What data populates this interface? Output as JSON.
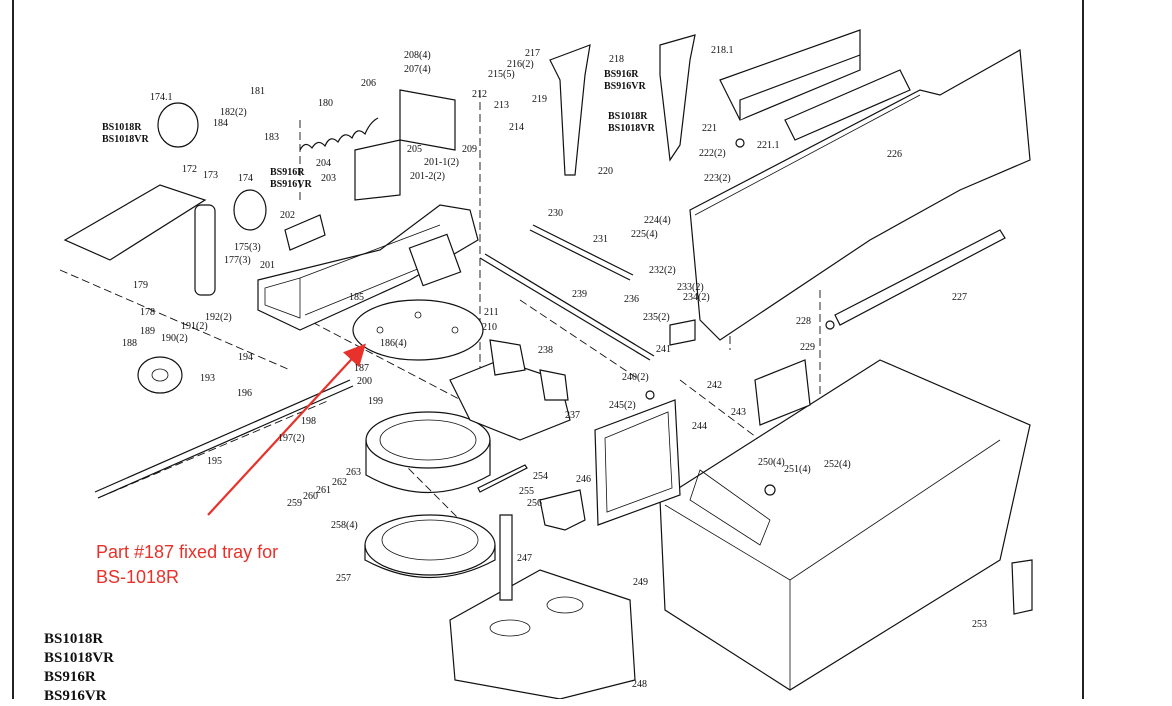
{
  "annotation": {
    "line1": "Part #187 fixed tray for",
    "line2": "BS-1018R",
    "color": "#e8312a"
  },
  "models_footer": [
    "BS1018R",
    "BS1018VR",
    "BS916R",
    "BS916VR"
  ],
  "part_labels": [
    {
      "id": "p174_1",
      "text": "174.1"
    },
    {
      "id": "p181",
      "text": "181"
    },
    {
      "id": "p180",
      "text": "180"
    },
    {
      "id": "p182",
      "text": "182(2)"
    },
    {
      "id": "p184",
      "text": "184"
    },
    {
      "id": "p183",
      "text": "183"
    },
    {
      "id": "m1",
      "text": "BS1018R"
    },
    {
      "id": "m2",
      "text": "BS1018VR"
    },
    {
      "id": "p172",
      "text": "172"
    },
    {
      "id": "p173",
      "text": "173"
    },
    {
      "id": "p174",
      "text": "174"
    },
    {
      "id": "m3",
      "text": "BS916R"
    },
    {
      "id": "m4",
      "text": "BS916VR"
    },
    {
      "id": "p175",
      "text": "175(3)"
    },
    {
      "id": "p177",
      "text": "177(3)"
    },
    {
      "id": "p179",
      "text": "179"
    },
    {
      "id": "p178",
      "text": "178"
    },
    {
      "id": "p189",
      "text": "189"
    },
    {
      "id": "p190",
      "text": "190(2)"
    },
    {
      "id": "p191",
      "text": "191(2)"
    },
    {
      "id": "p192",
      "text": "192(2)"
    },
    {
      "id": "p188",
      "text": "188"
    },
    {
      "id": "p194",
      "text": "194"
    },
    {
      "id": "p193",
      "text": "193"
    },
    {
      "id": "p196",
      "text": "196"
    },
    {
      "id": "p197",
      "text": "197(2)"
    },
    {
      "id": "p195",
      "text": "195"
    },
    {
      "id": "p198",
      "text": "198"
    },
    {
      "id": "p199",
      "text": "199"
    },
    {
      "id": "p200",
      "text": "200"
    },
    {
      "id": "p187",
      "text": "187"
    },
    {
      "id": "p186",
      "text": "186(4)"
    },
    {
      "id": "p185",
      "text": "185"
    },
    {
      "id": "p201",
      "text": "201"
    },
    {
      "id": "p202",
      "text": "202"
    },
    {
      "id": "p203",
      "text": "203"
    },
    {
      "id": "p204",
      "text": "204"
    },
    {
      "id": "p205",
      "text": "205"
    },
    {
      "id": "p206",
      "text": "206"
    },
    {
      "id": "p207",
      "text": "207(4)"
    },
    {
      "id": "p208",
      "text": "208(4)"
    },
    {
      "id": "p209",
      "text": "209"
    },
    {
      "id": "p201_1",
      "text": "201-1(2)"
    },
    {
      "id": "p201_2",
      "text": "201-2(2)"
    },
    {
      "id": "p212",
      "text": "212"
    },
    {
      "id": "p213",
      "text": "213"
    },
    {
      "id": "p214",
      "text": "214"
    },
    {
      "id": "p215",
      "text": "215(5)"
    },
    {
      "id": "p216",
      "text": "216(2)"
    },
    {
      "id": "p217",
      "text": "217"
    },
    {
      "id": "p218",
      "text": "218"
    },
    {
      "id": "m5",
      "text": "BS916R"
    },
    {
      "id": "m6",
      "text": "BS916VR"
    },
    {
      "id": "p219",
      "text": "219"
    },
    {
      "id": "p220",
      "text": "220"
    },
    {
      "id": "m7",
      "text": "BS1018R"
    },
    {
      "id": "m8",
      "text": "BS1018VR"
    },
    {
      "id": "p218_1",
      "text": "218.1"
    },
    {
      "id": "p221",
      "text": "221"
    },
    {
      "id": "p221_1",
      "text": "221.1"
    },
    {
      "id": "p222",
      "text": "222(2)"
    },
    {
      "id": "p223",
      "text": "223(2)"
    },
    {
      "id": "p226",
      "text": "226"
    },
    {
      "id": "p230",
      "text": "230"
    },
    {
      "id": "p231",
      "text": "231"
    },
    {
      "id": "p224",
      "text": "224(4)"
    },
    {
      "id": "p225",
      "text": "225(4)"
    },
    {
      "id": "p232",
      "text": "232(2)"
    },
    {
      "id": "p233",
      "text": "233(2)"
    },
    {
      "id": "p234",
      "text": "234(2)"
    },
    {
      "id": "p236",
      "text": "236"
    },
    {
      "id": "p235",
      "text": "235(2)"
    },
    {
      "id": "p227",
      "text": "227"
    },
    {
      "id": "p228",
      "text": "228"
    },
    {
      "id": "p229",
      "text": "229"
    },
    {
      "id": "p239",
      "text": "239"
    },
    {
      "id": "p211",
      "text": "211"
    },
    {
      "id": "p210",
      "text": "210"
    },
    {
      "id": "p238",
      "text": "238"
    },
    {
      "id": "p241",
      "text": "241"
    },
    {
      "id": "p242",
      "text": "242"
    },
    {
      "id": "p240",
      "text": "240(2)"
    },
    {
      "id": "p243",
      "text": "243"
    },
    {
      "id": "p245",
      "text": "245(2)"
    },
    {
      "id": "p237",
      "text": "237"
    },
    {
      "id": "p244",
      "text": "244"
    },
    {
      "id": "p250",
      "text": "250(4)"
    },
    {
      "id": "p251",
      "text": "251(4)"
    },
    {
      "id": "p252",
      "text": "252(4)"
    },
    {
      "id": "p254",
      "text": "254"
    },
    {
      "id": "p255",
      "text": "255"
    },
    {
      "id": "p256",
      "text": "256"
    },
    {
      "id": "p246",
      "text": "246"
    },
    {
      "id": "p263",
      "text": "263"
    },
    {
      "id": "p262",
      "text": "262"
    },
    {
      "id": "p261",
      "text": "261"
    },
    {
      "id": "p260",
      "text": "260"
    },
    {
      "id": "p259",
      "text": "259"
    },
    {
      "id": "p258",
      "text": "258(4)"
    },
    {
      "id": "p257",
      "text": "257"
    },
    {
      "id": "p247",
      "text": "247"
    },
    {
      "id": "p249",
      "text": "249"
    },
    {
      "id": "p253",
      "text": "253"
    },
    {
      "id": "p248",
      "text": "248"
    }
  ]
}
